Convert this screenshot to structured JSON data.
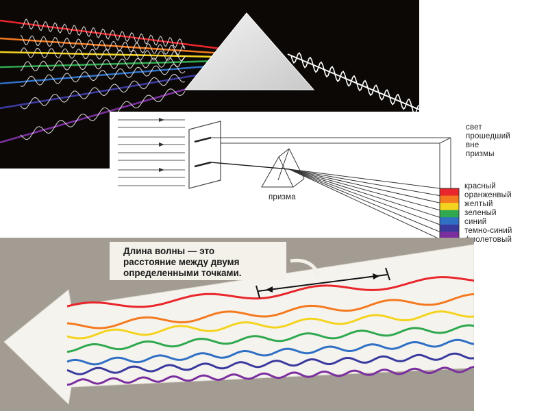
{
  "diagram": {
    "outside_prism_label": [
      "свет",
      "прошедший",
      "вне",
      "призмы"
    ],
    "prism_label": "призма",
    "spectrum": [
      {
        "label": "красный",
        "color": "#e8262b"
      },
      {
        "label": "оранженвый",
        "color": "#f47a20"
      },
      {
        "label": "желтый",
        "color": "#f4d31f"
      },
      {
        "label": "зеленый",
        "color": "#2fa84f"
      },
      {
        "label": "синий",
        "color": "#2f6fc4"
      },
      {
        "label": "темно-синий",
        "color": "#3a3a9e"
      },
      {
        "label": "фиолетовый",
        "color": "#7b2f9e"
      }
    ]
  },
  "callout": {
    "lines": [
      "Длина волны — это",
      "расстояние между двумя",
      "определенными точками."
    ]
  },
  "colors": {
    "top_background": "#0c0806",
    "bottom_background": "#a39c93",
    "arrow_fill": "#f5f3ee",
    "callout_fill": "#f4f1ea"
  }
}
